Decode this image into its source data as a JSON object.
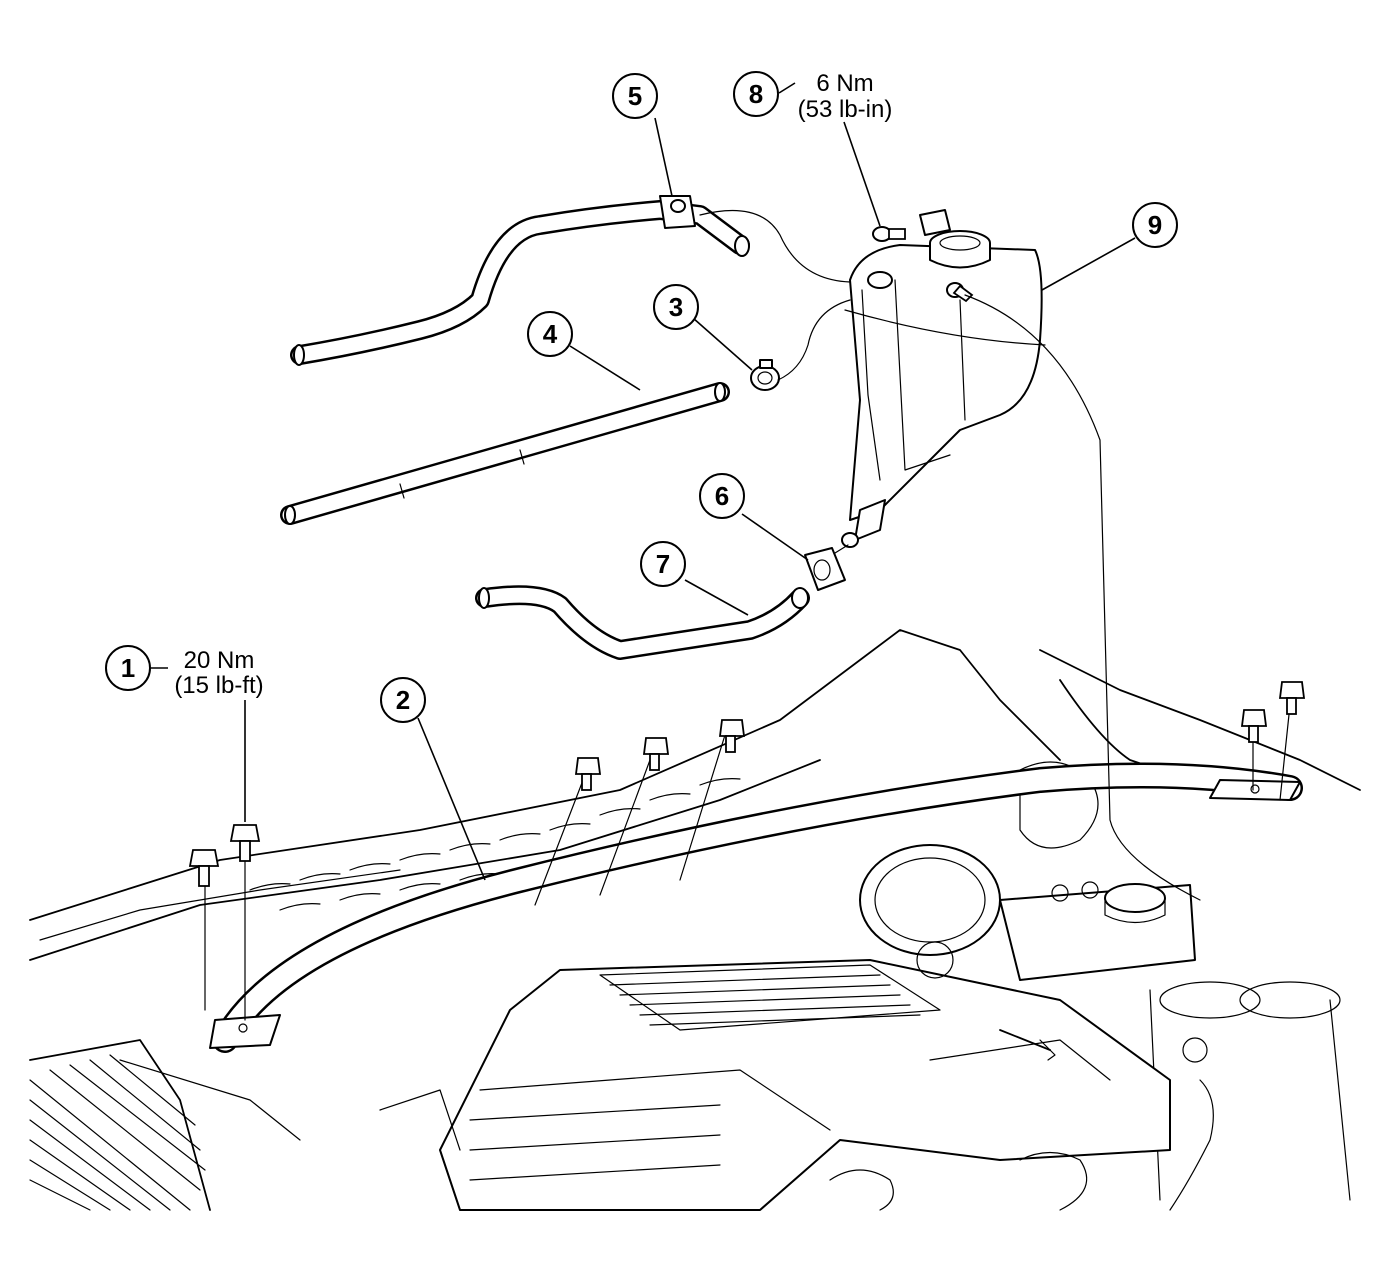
{
  "callouts": [
    {
      "id": "1",
      "label": "1",
      "torque_line1": "20 Nm",
      "torque_line2": "(15 lb-ft)"
    },
    {
      "id": "2",
      "label": "2"
    },
    {
      "id": "3",
      "label": "3"
    },
    {
      "id": "4",
      "label": "4"
    },
    {
      "id": "5",
      "label": "5"
    },
    {
      "id": "6",
      "label": "6"
    },
    {
      "id": "7",
      "label": "7"
    },
    {
      "id": "8",
      "label": "8",
      "torque_line1": "6 Nm",
      "torque_line2": "(53 lb-in)"
    },
    {
      "id": "9",
      "label": "9"
    }
  ]
}
